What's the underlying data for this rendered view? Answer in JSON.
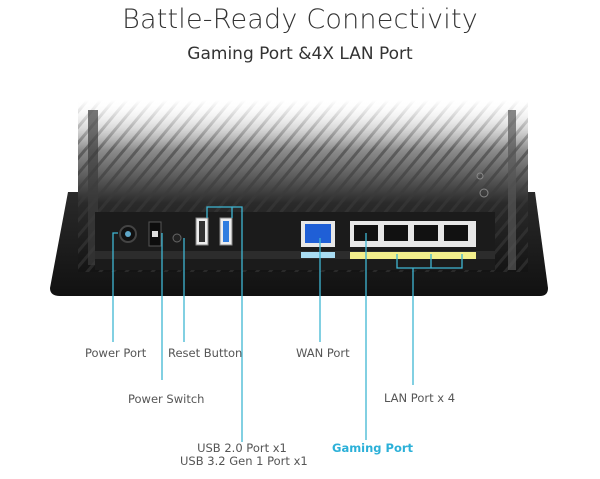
{
  "header": {
    "title": "Battle-Ready Connectivity",
    "subtitle": "Gaming Port &4X LAN Port"
  },
  "callouts": {
    "power_port": "Power Port",
    "power_switch": "Power Switch",
    "reset_button": "Reset Button",
    "usb_line1": "USB 2.0 Port x1",
    "usb_line2": "USB 3.2 Gen 1 Port x1",
    "wan_port": "WAN Port",
    "gaming_port": "Gaming Port",
    "lan_port": "LAN Port x 4"
  },
  "colors": {
    "callout_line": "#3fb6d3",
    "accent_label": "#2bb0d8",
    "wan_highlight": "#a9dcf2",
    "lan_highlight": "#f3ef8c",
    "wan_port_blue": "#1f5fd6"
  }
}
